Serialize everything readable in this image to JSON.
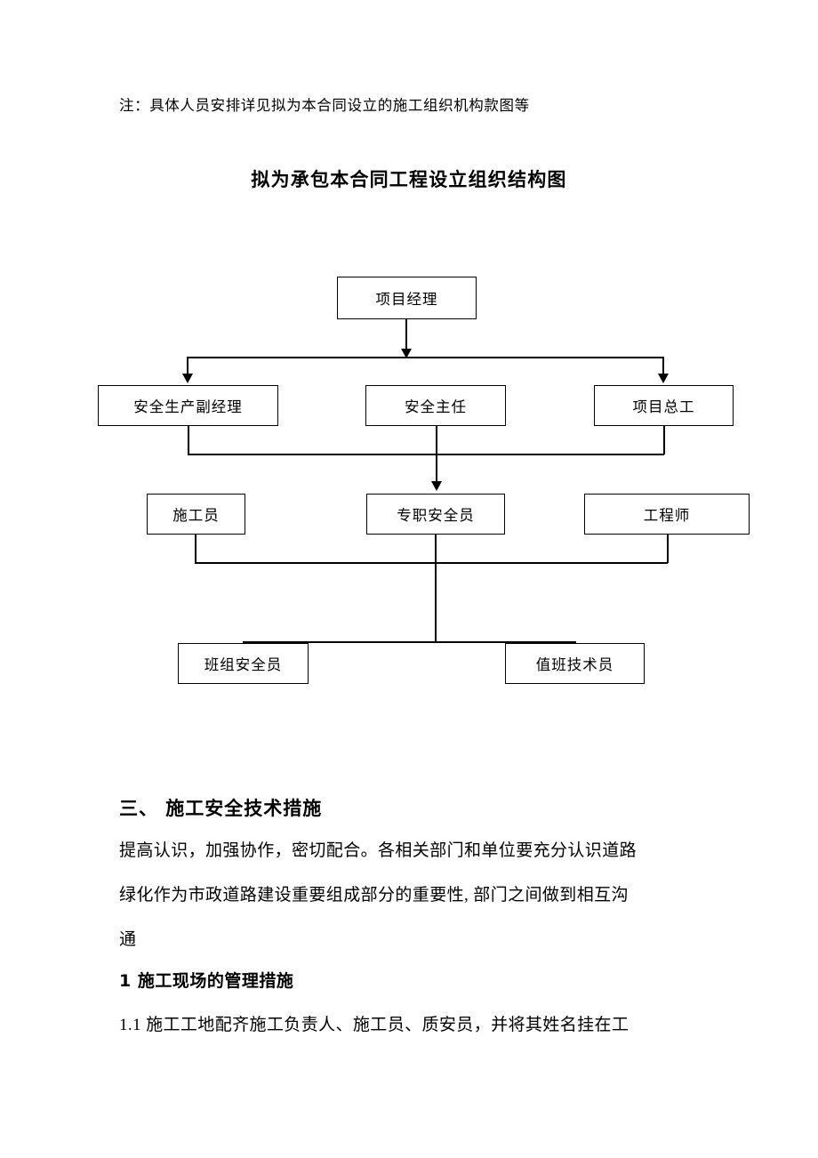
{
  "document": {
    "note": "注：具体人员安排详见拟为本合同设立的施工组织机构款图等",
    "chart_title": "拟为承包本合同工程设立组织结构图"
  },
  "org_chart": {
    "level1": [
      {
        "label": "项目经理"
      }
    ],
    "level2": [
      {
        "label": "安全生产副经理"
      },
      {
        "label": "安全主任"
      },
      {
        "label": "项目总工"
      }
    ],
    "level3": [
      {
        "label": "施工员"
      },
      {
        "label": "专职安全员"
      },
      {
        "label": "工程师"
      }
    ],
    "level4": [
      {
        "label": "班组安全员"
      },
      {
        "label": "值班技术员"
      }
    ],
    "line_color": "#000000"
  },
  "section": {
    "heading": "三、 施工安全技术措施",
    "paragraph_lines": [
      "提高认识，加强协作，密切配合。各相关部门和单位要充分认识道路",
      "绿化作为市政道路建设重要组成部分的重要性, 部门之间做到相互沟",
      "通"
    ],
    "sub_heading": "1 施工现场的管理措施",
    "sub_lines": [
      "1.1 施工工地配齐施工负责人、施工员、质安员，并将其姓名挂在工"
    ]
  }
}
